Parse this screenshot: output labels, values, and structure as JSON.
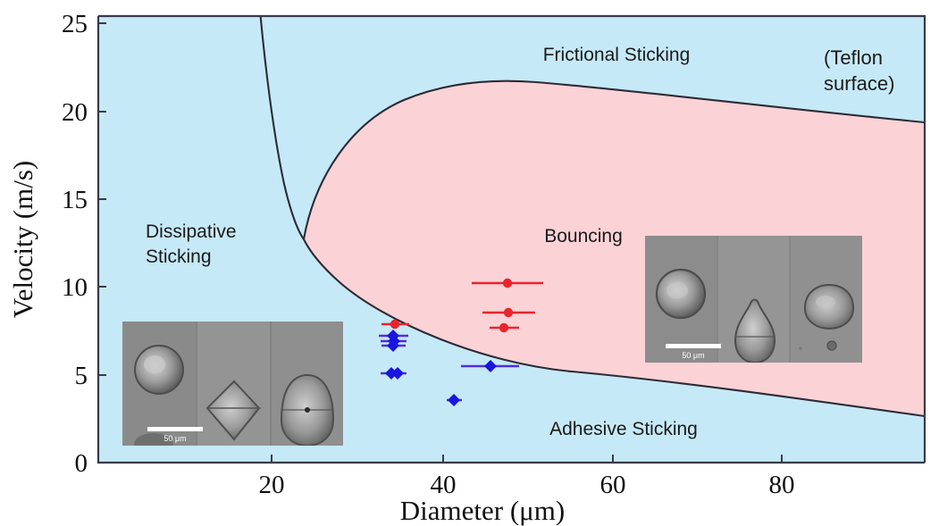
{
  "figure": {
    "surface_note": "(Teflon\nsurface)",
    "surface_note_line1": "(Teflon",
    "surface_note_line2": "surface)"
  },
  "chart_data": {
    "type": "scatter",
    "title": "",
    "xlabel": "Diameter (μm)",
    "ylabel": "Velocity (m/s)",
    "xlim": [
      0,
      97
    ],
    "ylim": [
      0,
      25
    ],
    "xticks": [
      20,
      40,
      60,
      80
    ],
    "yticks": [
      0,
      5,
      10,
      15,
      20,
      25
    ],
    "grid": false,
    "legend_position": "none",
    "regions": [
      {
        "name": "Dissipative Sticking",
        "label": "Dissipative\nSticking",
        "label_line1": "Dissipative",
        "label_line2": "Sticking",
        "color": "#c6e9f7",
        "label_x": 12,
        "label_y": 13.3
      },
      {
        "name": "Frictional Sticking",
        "label": "Frictional Sticking",
        "color": "#c6e9f7",
        "label_x": 53,
        "label_y": 23.9
      },
      {
        "name": "Bouncing",
        "label": "Bouncing",
        "color": "#fbd2d6",
        "label_x": 57,
        "label_y": 13.2
      },
      {
        "name": "Adhesive Sticking",
        "label": "Adhesive Sticking",
        "color": "#c6e9f7",
        "label_x": 56,
        "label_y": 2.6
      }
    ],
    "annotations": [
      {
        "text": "(Teflon surface)",
        "x": 92,
        "y": 23.5
      }
    ],
    "series": [
      {
        "name": "bouncing-droplets",
        "color": "#e8252c",
        "marker": "circle",
        "points": [
          {
            "x": 35.0,
            "y": 7.85,
            "xerr": 1.6
          },
          {
            "x": 48.3,
            "y": 10.25,
            "xerr": 4.2
          },
          {
            "x": 48.4,
            "y": 8.55,
            "xerr": 3.1
          },
          {
            "x": 47.9,
            "y": 7.7,
            "xerr": 1.7
          }
        ]
      },
      {
        "name": "sticking-droplets",
        "color": "#1a14e0",
        "marker": "diamond",
        "points": [
          {
            "x": 34.7,
            "y": 7.25,
            "xerr": 1.7
          },
          {
            "x": 34.8,
            "y": 6.95,
            "xerr": 1.5
          },
          {
            "x": 34.6,
            "y": 6.7,
            "xerr": 1.4
          },
          {
            "x": 34.6,
            "y": 5.15,
            "xerr": 1.5
          },
          {
            "x": 35.1,
            "y": 5.05,
            "xerr": 1.3
          },
          {
            "x": 41.9,
            "y": 3.55,
            "xerr": 0.9
          },
          {
            "x": 46.1,
            "y": 5.5,
            "xerr": 3.4
          }
        ]
      }
    ],
    "boundaries": [
      {
        "name": "dissipative-sticking-boundary",
        "description": "steep left curve descending from top of plot to cusp"
      },
      {
        "name": "frictional-sticking-boundary",
        "description": "upper envelope of bouncing region, peak near 21.7 m/s"
      },
      {
        "name": "adhesive-sticking-boundary",
        "description": "lower envelope of bouncing region, falling to ~2.8 m/s"
      }
    ]
  },
  "insets": [
    {
      "name": "sticking-droplet-micrograph",
      "scalebar_label": "50 μm",
      "frames": 3
    },
    {
      "name": "bouncing-droplet-micrograph",
      "scalebar_label": "50 μm",
      "frames": 3
    }
  ]
}
